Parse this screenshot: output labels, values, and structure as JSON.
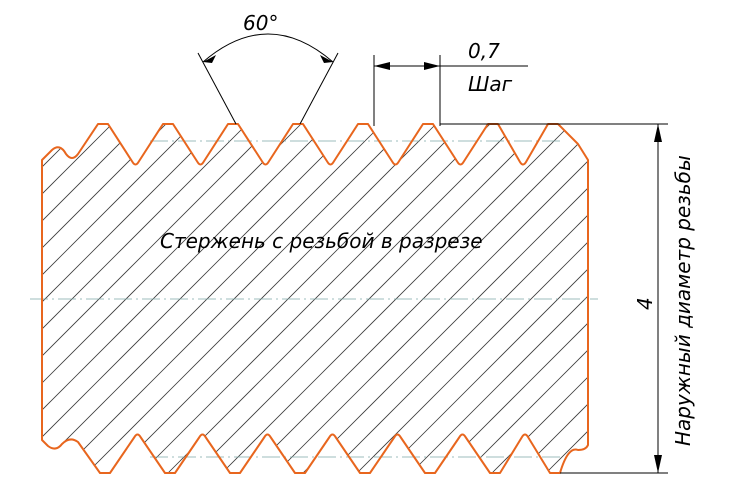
{
  "drawing": {
    "angle_label": "60°",
    "pitch_value": "0,7",
    "pitch_caption": "Шаг",
    "section_caption": "Стержень с резьбой в разрезе",
    "diameter_value": "4",
    "diameter_caption": "Наружный диаметр резьбы",
    "outline_color": "#e8661e"
  }
}
